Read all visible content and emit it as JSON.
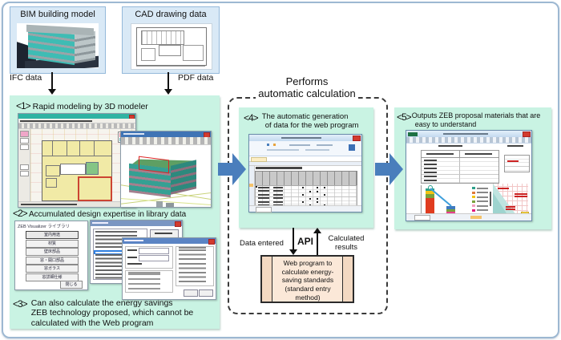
{
  "top": {
    "bim_label": "BIM building model",
    "cad_label": "CAD drawing data",
    "ifc_label": "IFC data",
    "pdf_label": "PDF data"
  },
  "flow": {
    "title_line1": "Performs",
    "title_line2": "automatic calculation"
  },
  "steps": {
    "s1": {
      "num": "<1>",
      "text": "Rapid modeling by 3D modeler"
    },
    "s2": {
      "num": "<2>",
      "text": "Accumulated design expertise in library data"
    },
    "s3": {
      "num": "<3>",
      "line1": "Can also calculate the energy savings",
      "line2": "ZEB technology proposed, which cannot be",
      "line3": "calculated with the Web program"
    },
    "s4": {
      "num": "<4>",
      "line1": "The automatic generation",
      "line2": "of data for the web program"
    },
    "s5": {
      "num": "<5>",
      "line1": "Outputs ZEB proposal materials that are",
      "line2": "easy to understand"
    }
  },
  "api": {
    "data_entered": "Data entered",
    "api_label": "API",
    "calculated_line1": "Calculated",
    "calculated_line2": "results"
  },
  "web_box": {
    "line1": "Web program to",
    "line2": "calculate energy-",
    "line3": "saving standards",
    "line4": "(standard entry",
    "line5": "method)"
  },
  "library_dialog": {
    "title": "ZEB Visualizer ライブラリ",
    "buttons": [
      "室内用途",
      "材質",
      "壁床部品",
      "窓・開口部品",
      "窓ガラス",
      "窓詳細仕様"
    ],
    "close_button": "閉じる"
  },
  "colors": {
    "panel_mint": "#c9f3e3",
    "source_box_blue": "#d9e9f6",
    "flow_arrow_blue": "#4a7ebc",
    "web_box_tan": "#fbe8d8",
    "dialog_highlight": "#2f7fe0"
  }
}
